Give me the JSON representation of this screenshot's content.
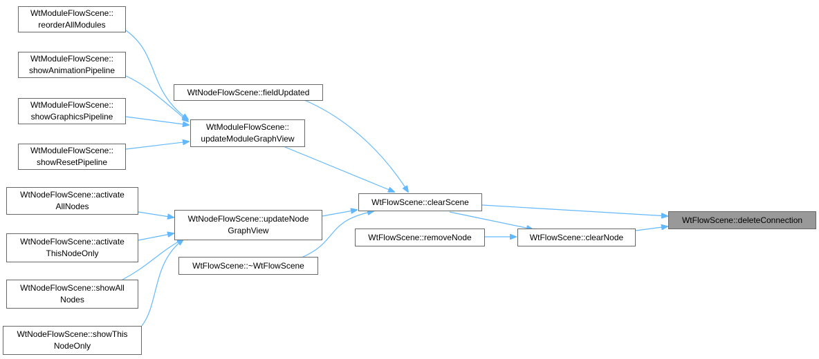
{
  "colors": {
    "edge": "#63b8ff",
    "highlight_bg": "#999999",
    "border": "#666666"
  },
  "nodes": {
    "reorderAllModules": {
      "line1": "WtModuleFlowScene::",
      "line2": "reorderAllModules"
    },
    "showAnimationPipeline": {
      "line1": "WtModuleFlowScene::",
      "line2": "showAnimationPipeline"
    },
    "showGraphicsPipeline": {
      "line1": "WtModuleFlowScene::",
      "line2": "showGraphicsPipeline"
    },
    "showResetPipeline": {
      "line1": "WtModuleFlowScene::",
      "line2": "showResetPipeline"
    },
    "fieldUpdated": {
      "line1": "WtNodeFlowScene::fieldUpdated"
    },
    "updateModuleGraphView": {
      "line1": "WtModuleFlowScene::",
      "line2": "updateModuleGraphView"
    },
    "activateAllNodes": {
      "line1": "WtNodeFlowScene::activate",
      "line2": "AllNodes"
    },
    "activateThisNodeOnly": {
      "line1": "WtNodeFlowScene::activate",
      "line2": "ThisNodeOnly"
    },
    "showAllNodes": {
      "line1": "WtNodeFlowScene::showAll",
      "line2": "Nodes"
    },
    "showThisNodeOnly": {
      "line1": "WtNodeFlowScene::showThis",
      "line2": "NodeOnly"
    },
    "updateNodeGraphView": {
      "line1": "WtNodeFlowScene::updateNode",
      "line2": "GraphView"
    },
    "destructor": {
      "line1": "WtFlowScene::~WtFlowScene"
    },
    "clearScene": {
      "line1": "WtFlowScene::clearScene"
    },
    "removeNode": {
      "line1": "WtFlowScene::removeNode"
    },
    "clearNode": {
      "line1": "WtFlowScene::clearNode"
    },
    "deleteConnection": {
      "line1": "WtFlowScene::deleteConnection"
    }
  },
  "edges": [
    {
      "from": "reorderAllModules",
      "to": "updateModuleGraphView"
    },
    {
      "from": "showAnimationPipeline",
      "to": "updateModuleGraphView"
    },
    {
      "from": "showGraphicsPipeline",
      "to": "updateModuleGraphView"
    },
    {
      "from": "showResetPipeline",
      "to": "updateModuleGraphView"
    },
    {
      "from": "fieldUpdated",
      "to": "clearScene"
    },
    {
      "from": "updateModuleGraphView",
      "to": "clearScene"
    },
    {
      "from": "activateAllNodes",
      "to": "updateNodeGraphView"
    },
    {
      "from": "activateThisNodeOnly",
      "to": "updateNodeGraphView"
    },
    {
      "from": "showAllNodes",
      "to": "updateNodeGraphView"
    },
    {
      "from": "showThisNodeOnly",
      "to": "updateNodeGraphView"
    },
    {
      "from": "updateNodeGraphView",
      "to": "clearScene"
    },
    {
      "from": "destructor",
      "to": "clearScene"
    },
    {
      "from": "clearScene",
      "to": "deleteConnection"
    },
    {
      "from": "clearScene",
      "to": "clearNode"
    },
    {
      "from": "removeNode",
      "to": "clearNode"
    },
    {
      "from": "clearNode",
      "to": "deleteConnection"
    }
  ]
}
